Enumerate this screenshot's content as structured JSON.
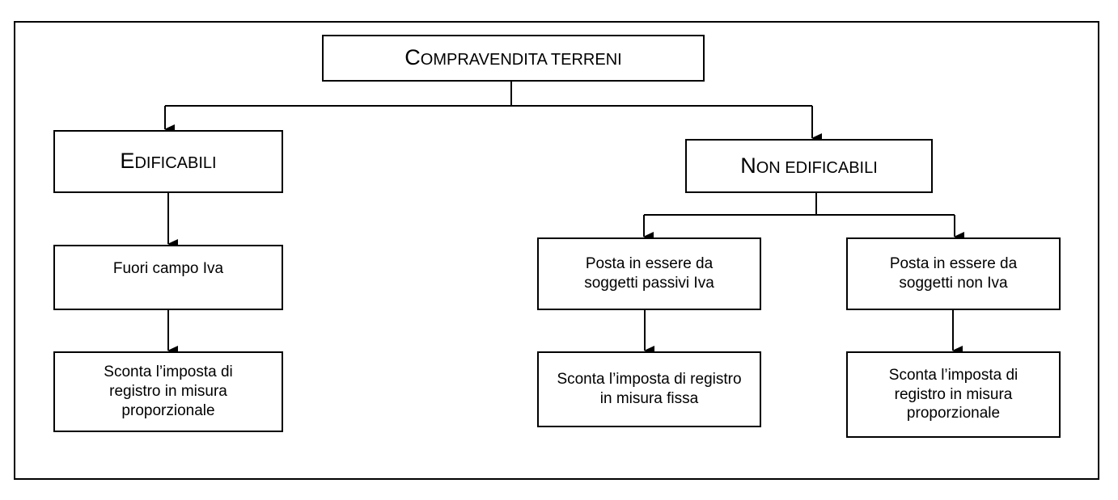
{
  "diagram": {
    "root": {
      "initial": "C",
      "rest": "ompravendita terreni"
    },
    "edificabili": {
      "initial": "E",
      "rest": "dificabili"
    },
    "non_edificabili": {
      "initial": "N",
      "rest": "on edificabili"
    },
    "fuori_campo": "Fuori campo Iva",
    "passivi_iva": "Posta in essere da soggetti passivi Iva",
    "non_iva": "Posta in essere da soggetti non Iva",
    "leaf_edificabili": "Sconta l’imposta di registro in misura proporzionale",
    "leaf_passivi": "Sconta l’imposta di registro in misura fissa",
    "leaf_non_iva": "Sconta l’imposta di registro in misura proporzionale"
  },
  "colors": {
    "stroke": "#000000",
    "background": "#ffffff"
  }
}
